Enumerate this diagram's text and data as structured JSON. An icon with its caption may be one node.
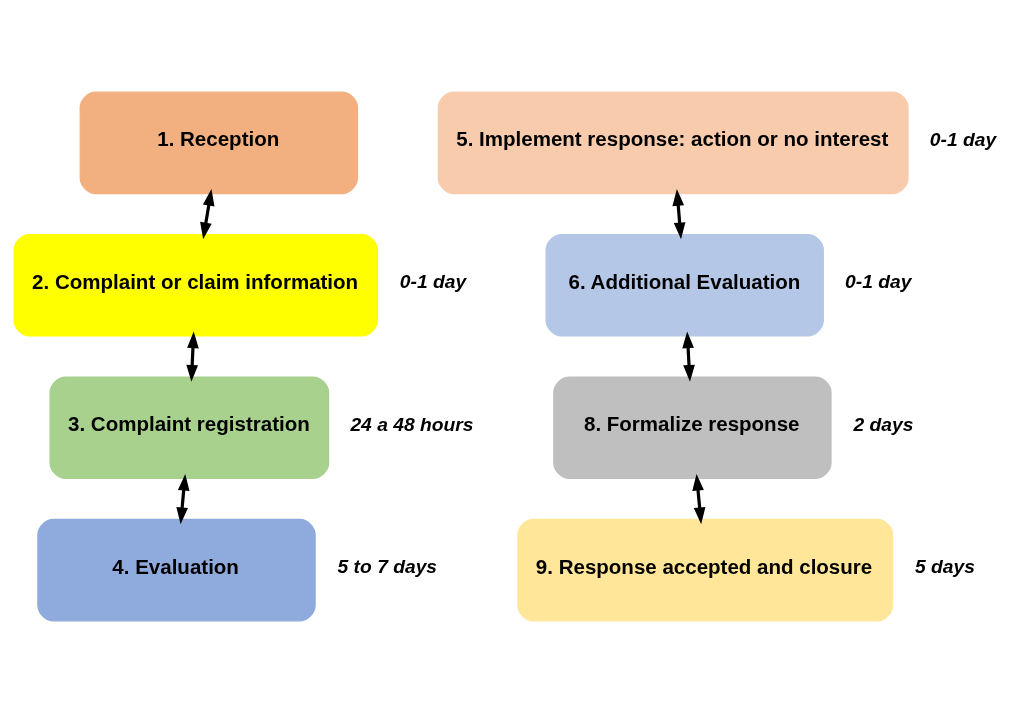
{
  "diagram": {
    "nodes": [
      {
        "text": [
          "1. Reception"
        ]
      },
      {
        "text": [
          "2. Complaint or claim information"
        ],
        "beside": [
          "0-1 day"
        ]
      },
      {
        "text": [
          "3. Complaint registration"
        ],
        "beside": [
          "24 a 48 hours"
        ]
      },
      {
        "text": [
          "4. Evaluation"
        ],
        "beside": [
          "5 to 7 days"
        ]
      },
      {
        "text": [
          "5. Implement response: action or no interest"
        ],
        "beside": [
          "0-1 day"
        ]
      },
      {
        "text": [
          "6. Additional Evaluation"
        ],
        "beside": [
          "0-1 day"
        ]
      },
      {
        "text": [
          "8. Formalize response"
        ],
        "beside": [
          "2 days"
        ]
      },
      {
        "text": [
          "9. Response accepted and closure"
        ],
        "beside": [
          "5 days"
        ]
      }
    ],
    "edges": [
      {
        "from": 0,
        "to": 1,
        "arrow": "both"
      },
      {
        "from": 1,
        "to": 2,
        "arrow": "both"
      },
      {
        "from": 2,
        "to": 3,
        "arrow": "both"
      },
      {
        "from": 4,
        "to": 5,
        "arrow": "both"
      },
      {
        "from": 5,
        "to": 6,
        "arrow": "both"
      },
      {
        "from": 6,
        "to": 7,
        "arrow": "both"
      }
    ]
  }
}
